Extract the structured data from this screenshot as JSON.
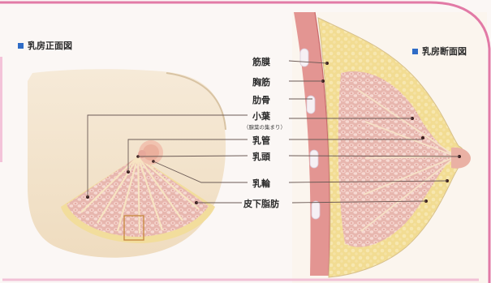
{
  "front_view": {
    "title": "乳房正面図"
  },
  "side_view": {
    "title": "乳房断面図"
  },
  "labels": [
    {
      "key": "muscle_membrane",
      "text": "筋膜"
    },
    {
      "key": "pectoral_muscle",
      "text": "胸筋"
    },
    {
      "key": "ribs",
      "text": "肋骨"
    },
    {
      "key": "lobule",
      "text": "小葉"
    },
    {
      "key": "lobule_note",
      "text": "（腺葉の集まり）"
    },
    {
      "key": "milk_duct",
      "text": "乳管"
    },
    {
      "key": "nipple",
      "text": "乳頭"
    },
    {
      "key": "areola",
      "text": "乳輪"
    },
    {
      "key": "subcutaneous_fat",
      "text": "皮下脂肪"
    }
  ],
  "colors": {
    "skin": "#f3e2c8",
    "fat": "#f0d98c",
    "gland": "#e8a9a2",
    "muscle": "#d88a86",
    "accent_frame": "#e27aa6",
    "title_marker": "#2f6cc6"
  }
}
